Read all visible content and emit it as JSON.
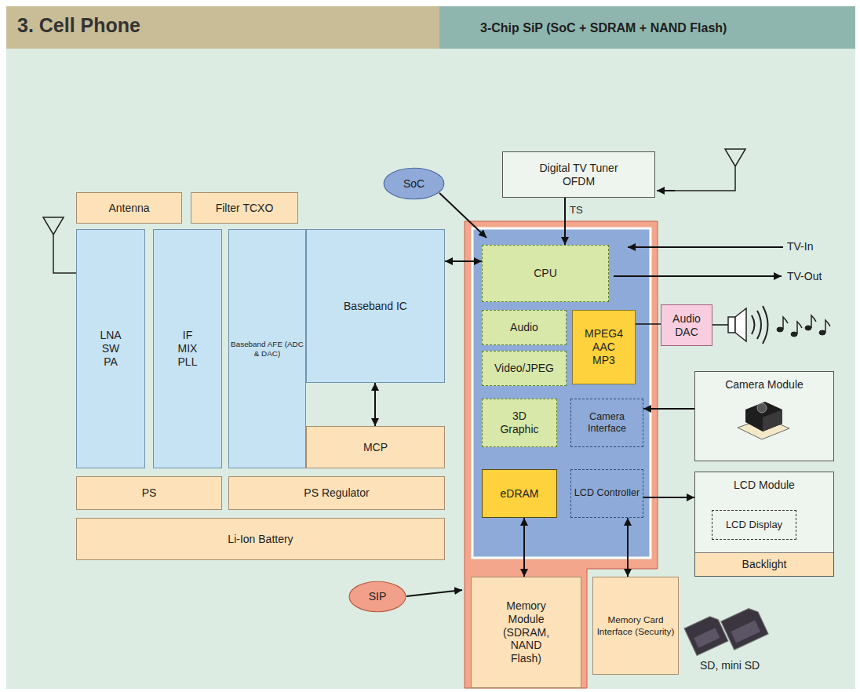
{
  "diagram": {
    "title": "3. Cell Phone",
    "nodes": [
      {
        "text": [
          "Antenna"
        ]
      },
      {
        "text": [
          "Filter TCXO"
        ]
      },
      {
        "text": [
          "LNA SW PA"
        ]
      },
      {
        "text": [
          "IF MIX PLL"
        ]
      },
      {
        "text": [
          "Baseband AFE (ADC & DAC)"
        ]
      },
      {
        "text": [
          "Baseband IC"
        ]
      },
      {
        "text": [
          "MCP"
        ]
      },
      {
        "text": [
          "PS"
        ]
      },
      {
        "text": [
          "PS Regulator"
        ]
      },
      {
        "text": [
          "Li-Ion Battery"
        ]
      },
      {
        "text": [
          "SoC"
        ]
      },
      {
        "text": [
          "SIP"
        ]
      },
      {
        "text": [
          "Digital TV Tuner OFDM"
        ]
      },
      {
        "text": [
          "CPU"
        ]
      },
      {
        "text": [
          "Audio"
        ]
      },
      {
        "text": [
          "MPEG4 AAC MP3"
        ]
      },
      {
        "text": [
          "Video/JPEG"
        ]
      },
      {
        "text": [
          "3D Graphic"
        ]
      },
      {
        "text": [
          "Camera Interface"
        ]
      },
      {
        "text": [
          "eDRAM"
        ]
      },
      {
        "text": [
          "LCD Controller"
        ]
      },
      {
        "text": [
          "Audio DAC"
        ]
      },
      {
        "text": [
          "Camera Module"
        ]
      },
      {
        "text": [
          "LCD Module"
        ]
      },
      {
        "text": [
          "LCD Display"
        ],
        "in": 23
      },
      {
        "text": [
          "Backlight"
        ],
        "in": 23
      },
      {
        "text": [
          "Memory Module (SDRAM, NAND Flash)"
        ]
      },
      {
        "text": [
          "Memory Card Interface (Security)"
        ]
      }
    ],
    "edges": [
      {
        "from": 5,
        "to": 13,
        "arrow": "both"
      },
      {
        "from": 5,
        "to": 6,
        "arrow": "both"
      },
      {
        "from": 12,
        "to": 13,
        "label": "TS",
        "arrow": "to"
      },
      {
        "from": 15,
        "to": 21,
        "arrow": "none"
      },
      {
        "from": 22,
        "to": 18,
        "arrow": "to"
      },
      {
        "from": 20,
        "to": 23,
        "arrow": "to"
      },
      {
        "from": 19,
        "to": 26,
        "arrow": "both"
      },
      {
        "from": 20,
        "to": 27,
        "arrow": "both"
      }
    ],
    "labels": [
      "3-Chip SiP (SoC + SDRAM + NAND Flash)",
      "TV-In",
      "TV-Out",
      "SD, mini SD"
    ]
  }
}
